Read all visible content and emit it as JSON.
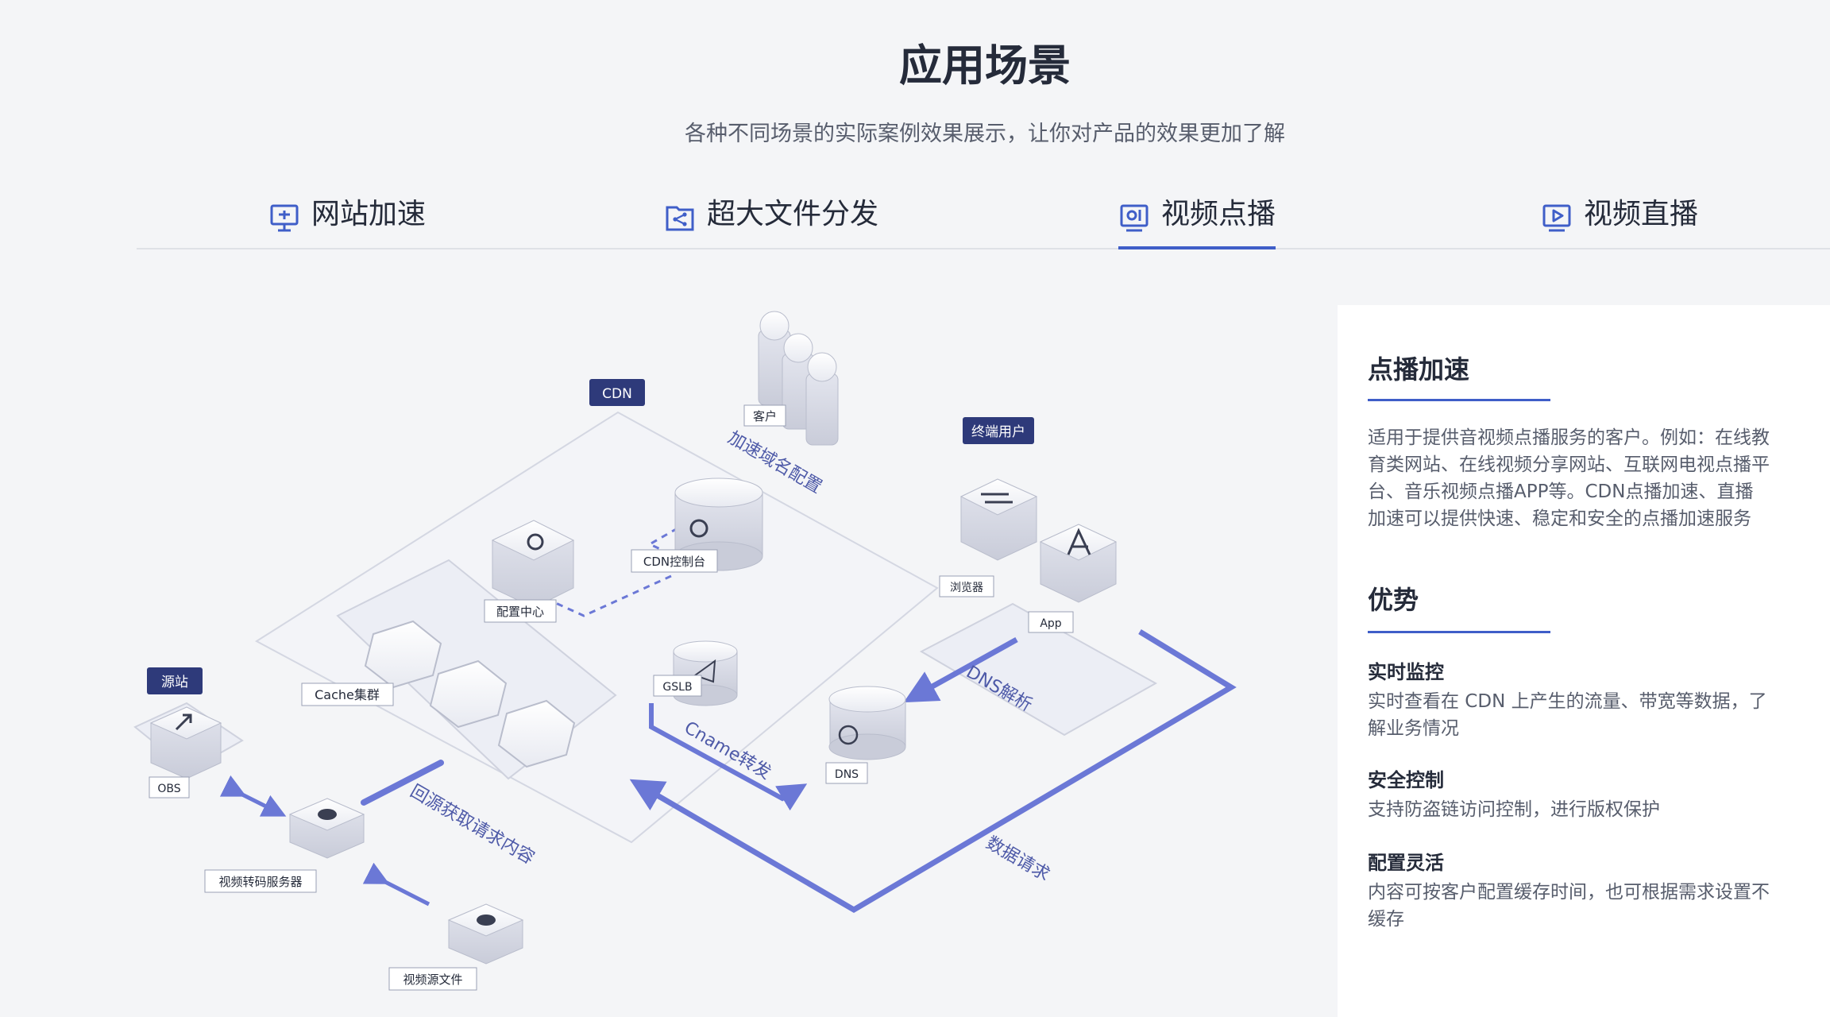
{
  "header": {
    "title": "应用场景",
    "subtitle": "各种不同场景的实际案例效果展示，让你对产品的效果更加了解"
  },
  "tabs": [
    {
      "label": "网站加速",
      "icon": "monitor-icon",
      "active": false
    },
    {
      "label": "超大文件分发",
      "icon": "share-file-icon",
      "active": false
    },
    {
      "label": "视频点播",
      "icon": "video-window-icon",
      "active": true
    },
    {
      "label": "视频直播",
      "icon": "play-screen-icon",
      "active": false
    }
  ],
  "diagram": {
    "cdn_tag": "CDN",
    "customer": "客户",
    "domain_config": "加速域名配置",
    "end_users_tag": "终端用户",
    "browser": "浏览器",
    "app": "App",
    "config_center": "配置中心",
    "cdn_console": "CDN控制台",
    "gslb": "GSLB",
    "cache_cluster": "Cache集群",
    "origin_tag": "源站",
    "obs": "OBS",
    "dns": "DNS",
    "dns_resolve": "DNS解析",
    "cname_forward": "Cname转发",
    "back_to_origin": "回源获取请求内容",
    "data_request": "数据请求",
    "transcoder": "视频转码服务器",
    "source_file": "视频源文件"
  },
  "panel": {
    "heading": "点播加速",
    "description_lines": [
      "适用于提供音视频点播服务的客户。例如：在线教",
      "育类网站、在线视频分享网站、互联网电视点播平",
      "台、音乐视频点播APP等。CDN点播加速、直播",
      "加速可以提供快速、稳定和安全的点播加速服务"
    ],
    "advantages_heading": "优势",
    "advantages": [
      {
        "title": "实时监控",
        "lines": [
          "实时查看在 CDN 上产生的流量、带宽等数据，了",
          "解业务情况"
        ]
      },
      {
        "title": "安全控制",
        "lines": [
          "支持防盗链访问控制，进行版权保护"
        ]
      },
      {
        "title": "配置灵活",
        "lines": [
          "内容可按客户配置缓存时间，也可根据需求设置不",
          "缓存"
        ]
      }
    ]
  },
  "colors": {
    "accent": "#3f5ec8",
    "diagram_line": "#6b78d6",
    "tag_bg": "#2e3a7a"
  }
}
